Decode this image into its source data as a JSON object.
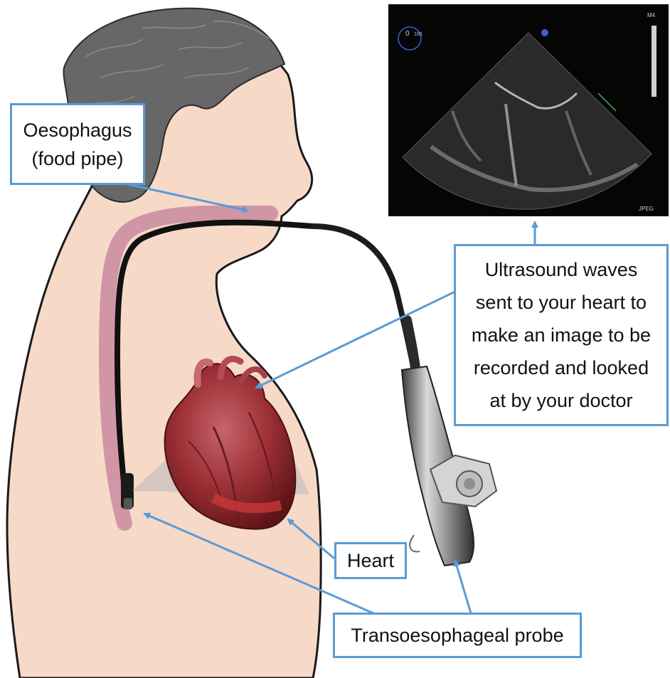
{
  "labels": {
    "oesophagus": [
      "Oesophagus",
      "(food pipe)"
    ],
    "ultrasound": [
      "Ultrasound waves",
      "sent to your heart to",
      "make an image to be",
      "recorded and looked",
      "at by your doctor"
    ],
    "heart": "Heart",
    "probe": "Transoesophageal probe"
  },
  "echo_screen": {
    "mode": "M4",
    "depth_value": "0",
    "depth_max": "100",
    "format": "JPEG"
  },
  "colors": {
    "arrow": "#5b9bd5",
    "skin": "#f7d9c8",
    "hair": "#666666",
    "oesophagus": "#c98aa0",
    "probe_tube": "#111111",
    "heart": "#9b2f35"
  }
}
